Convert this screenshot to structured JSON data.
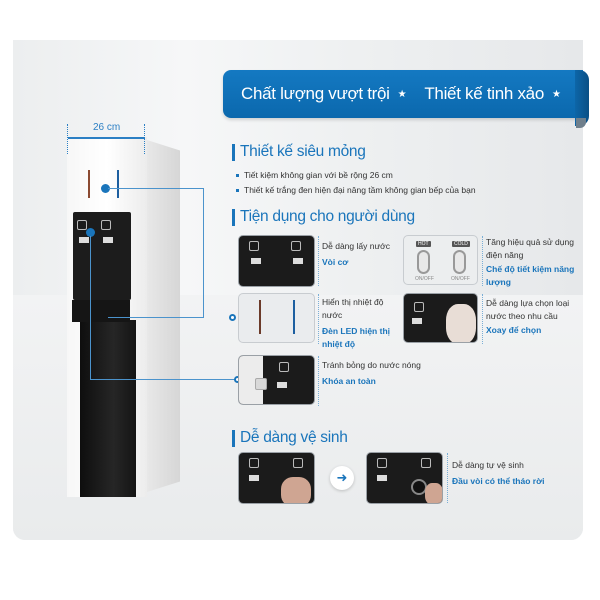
{
  "banner": {
    "item1": "Chất lượng vượt trội",
    "item2": "Thiết kế tinh xảo",
    "star_icon": "★",
    "color": "#1070b8"
  },
  "product": {
    "width_label": "26 cm"
  },
  "section_slim": {
    "title": "Thiết kế siêu mỏng",
    "bullets": [
      "Tiết kiệm không gian với bề rộng 26 cm",
      "Thiết kế trắng đen hiện đại nâng tầm không gian bếp của bạn"
    ]
  },
  "section_convenience": {
    "title": "Tiện dụng cho người dùng",
    "features": [
      {
        "desc": "Dễ dàng lấy nước",
        "highlight": "Vòi cơ"
      },
      {
        "desc": "Tăng hiệu quả sử dụng điện năng",
        "highlight": "Chế độ tiết kiệm năng lượng",
        "switches": {
          "hot": "HOT",
          "cold": "COLD",
          "onoff": "ON/OFF"
        }
      },
      {
        "desc": "Hiển thị nhiệt độ nước",
        "highlight": "Đèn LED hiện thị nhiệt độ"
      },
      {
        "desc": "Dễ dàng lựa chọn loại nước theo nhu cầu",
        "highlight": "Xoay để chọn"
      },
      {
        "desc": "Tránh bỏng do nước nóng",
        "highlight": "Khóa an toàn"
      }
    ]
  },
  "section_clean": {
    "title": "Dễ dàng vệ sinh",
    "desc": "Dễ dàng tự vệ sinh",
    "highlight": "Đầu vòi có thể tháo rời",
    "arrow_icon": "➜"
  },
  "colors": {
    "accent": "#1a75bb",
    "banner": "#1070b8",
    "hot_led": "#8b4a32",
    "cold_led": "#1d5fa0"
  }
}
